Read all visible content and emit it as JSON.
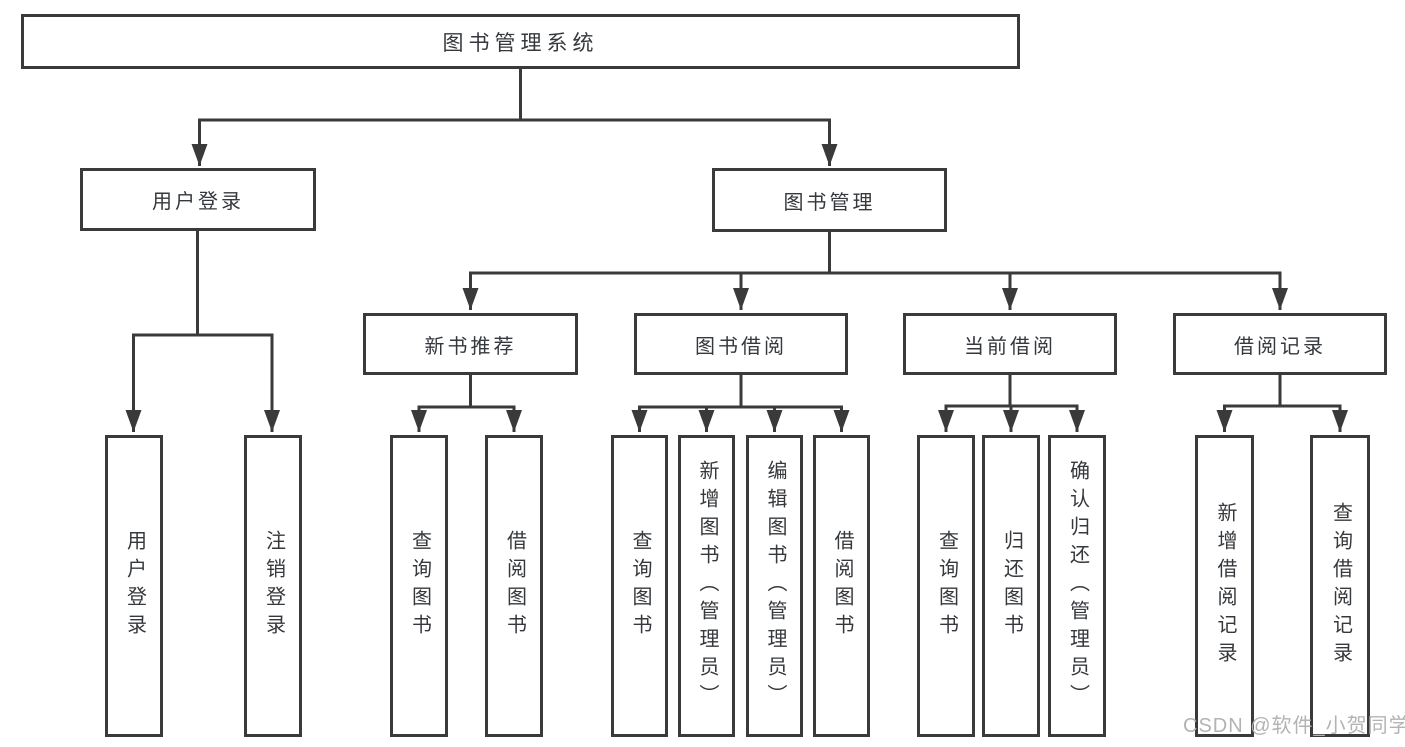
{
  "diagram": {
    "type": "hierarchy-tree",
    "tree": {
      "label": "图书管理系统",
      "children": [
        {
          "label": "用户登录",
          "children": [
            {
              "label": "用户登录"
            },
            {
              "label": "注销登录"
            }
          ]
        },
        {
          "label": "图书管理",
          "children": [
            {
              "label": "新书推荐",
              "children": [
                {
                  "label": "查询图书"
                },
                {
                  "label": "借阅图书"
                }
              ]
            },
            {
              "label": "图书借阅",
              "children": [
                {
                  "label": "查询图书"
                },
                {
                  "label": "新增图书（管理员）"
                },
                {
                  "label": "编辑图书（管理员）"
                },
                {
                  "label": "借阅图书"
                }
              ]
            },
            {
              "label": "当前借阅",
              "children": [
                {
                  "label": "查询图书"
                },
                {
                  "label": "归还图书"
                },
                {
                  "label": "确认归还（管理员）"
                }
              ]
            },
            {
              "label": "借阅记录",
              "children": [
                {
                  "label": "新增借阅记录"
                },
                {
                  "label": "查询借阅记录"
                }
              ]
            }
          ]
        }
      ]
    }
  },
  "watermark": "CSDN @软件_小贺同学",
  "colors": {
    "line": "#3a3a3a",
    "text": "#35383c",
    "box_background": "#ffffff",
    "page_background": "#ffffff",
    "watermark": "#b3b3b3"
  }
}
